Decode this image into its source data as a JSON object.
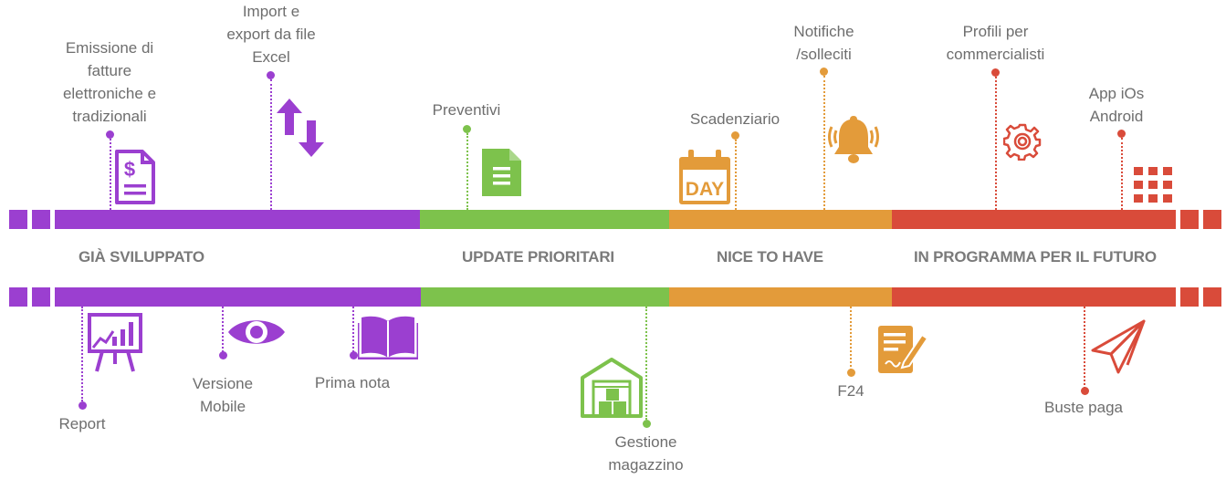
{
  "colors": {
    "purple": "#9b3fd0",
    "green": "#7dc24c",
    "orange": "#e39b3a",
    "red": "#d94b3a"
  },
  "phases": [
    {
      "label": "GIÀ SVILUPPATO",
      "color": "#9b3fd0"
    },
    {
      "label": "UPDATE PRIORITARI",
      "color": "#7dc24c"
    },
    {
      "label": "NICE TO HAVE",
      "color": "#e39b3a"
    },
    {
      "label": "IN PROGRAMMA PER IL FUTURO",
      "color": "#d94b3a"
    }
  ],
  "top_milestones": [
    {
      "label": "Emissione di\nfatture\nelettroniche e\ntradizionali",
      "icon": "invoice-icon",
      "phase": "GIÀ SVILUPPATO"
    },
    {
      "label": "Import e\nexport da file\nExcel",
      "icon": "up-down-arrows-icon",
      "phase": "GIÀ SVILUPPATO"
    },
    {
      "label": "Preventivi",
      "icon": "document-icon",
      "phase": "UPDATE PRIORITARI"
    },
    {
      "label": "Scadenziario",
      "icon": "calendar-day-icon",
      "icon_text": "DAY",
      "phase": "NICE TO HAVE"
    },
    {
      "label": "Notifiche\n/solleciti",
      "icon": "bell-icon",
      "phase": "NICE TO HAVE"
    },
    {
      "label": "Profili per\ncommercialisti",
      "icon": "gear-icon",
      "phase": "IN PROGRAMMA PER IL FUTURO"
    },
    {
      "label": "App iOs\nAndroid",
      "icon": "app-grid-icon",
      "phase": "IN PROGRAMMA PER IL FUTURO"
    }
  ],
  "bottom_milestones": [
    {
      "label": "Report",
      "icon": "presentation-chart-icon",
      "phase": "GIÀ SVILUPPATO"
    },
    {
      "label": "Versione\nMobile",
      "icon": "eye-icon",
      "phase": "GIÀ SVILUPPATO"
    },
    {
      "label": "Prima nota",
      "icon": "book-icon",
      "phase": "GIÀ SVILUPPATO"
    },
    {
      "label": "Gestione\nmagazzino",
      "icon": "warehouse-icon",
      "phase": "UPDATE PRIORITARI"
    },
    {
      "label": "F24",
      "icon": "form-edit-icon",
      "phase": "NICE TO HAVE"
    },
    {
      "label": "Buste paga",
      "icon": "paper-plane-icon",
      "phase": "IN PROGRAMMA PER IL FUTURO"
    }
  ]
}
